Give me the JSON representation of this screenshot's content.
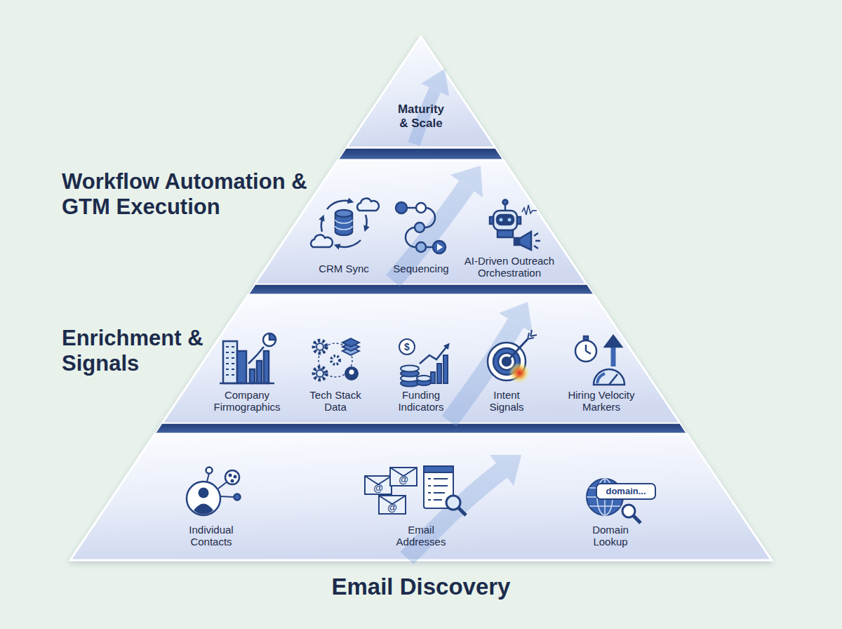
{
  "diagram": {
    "nodes": [
      {
        "text": [
          "Maturity & Scale"
        ]
      },
      {
        "text": [
          "Workflow Automation & GTM Execution",
          "CRM Sync",
          "Sequencing",
          "AI-Driven Outreach Orchestration"
        ]
      },
      {
        "text": [
          "Enrichment & Signals",
          "Company Firmographics",
          "Tech Stack Data",
          "Funding Indicators",
          "Intent Signals",
          "Hiring Velocity Markers"
        ]
      },
      {
        "text": [
          "Individual Contacts",
          "Email Addresses",
          "Domain Lookup",
          "Email Discovery"
        ]
      }
    ],
    "labels": [
      "$",
      "@",
      "@",
      "@",
      "domain..."
    ]
  }
}
